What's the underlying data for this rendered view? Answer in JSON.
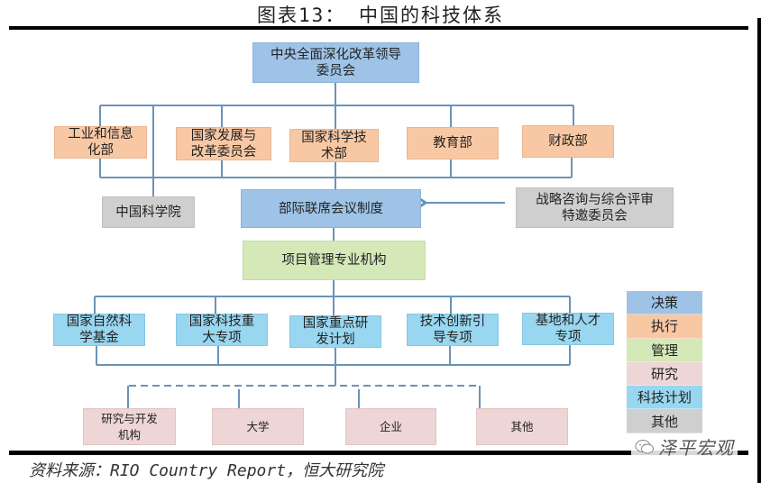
{
  "title": "图表13： 中国的科技体系",
  "colors": {
    "decision": "#9ec3e6",
    "execution": "#f8c8a4",
    "management": "#d4e8b8",
    "research": "#eed5d6",
    "tech_plan": "#99d6ef",
    "other": "#cfcfcf",
    "connector": "#6a93b8"
  },
  "nodes": {
    "top": "中央全面深化改革领导\n委员会",
    "ministries": [
      "工业和信息\n化部",
      "国家发展与\n改革委员会",
      "国家科学技\n术部",
      "教育部",
      "财政部"
    ],
    "cas": "中国科学院",
    "joint_conference": "部际联席会议制度",
    "strategic_committee": "战略咨询与综合评审\n特邀委员会",
    "management_agency": "项目管理专业机构",
    "plans": [
      "国家自然科\n学基金",
      "国家科技重\n大专项",
      "国家重点研\n发计划",
      "技术创新引\n导专项",
      "基地和人才\n专项"
    ],
    "research": [
      "研究与开发\n机构",
      "大学",
      "企业",
      "其他"
    ]
  },
  "legend": [
    {
      "label": "决策",
      "color": "#9ec3e6"
    },
    {
      "label": "执行",
      "color": "#f8c8a4"
    },
    {
      "label": "管理",
      "color": "#d4e8b8"
    },
    {
      "label": "研究",
      "color": "#eed5d6"
    },
    {
      "label": "科技计划",
      "color": "#99d6ef"
    },
    {
      "label": "其他",
      "color": "#cfcfcf"
    }
  ],
  "source": "资料来源：RIO Country Report，恒大研究院",
  "watermark": "泽平宏观"
}
